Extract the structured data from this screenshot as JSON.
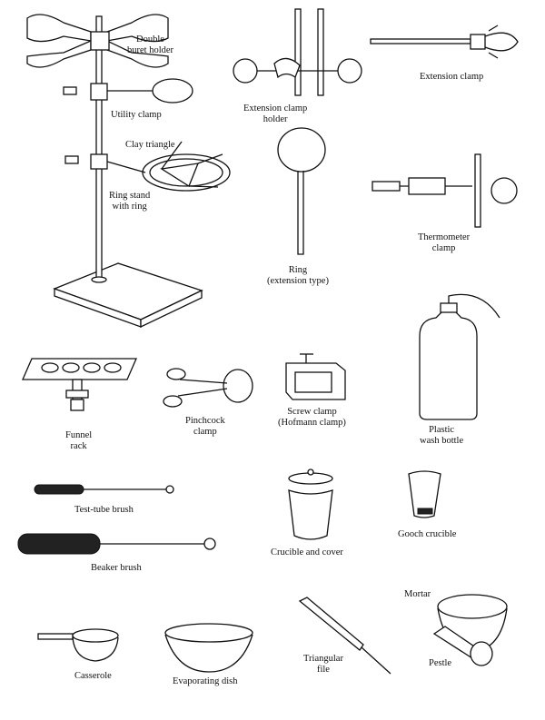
{
  "title": "Laboratory equipment",
  "labels": {
    "double_buret_holder": [
      "Double",
      "buret holder"
    ],
    "utility_clamp": "Utility clamp",
    "clay_triangle": "Clay triangle",
    "ring_stand": [
      "Ring stand",
      "with ring"
    ],
    "extension_clamp_holder": [
      "Extension clamp",
      "holder"
    ],
    "extension_clamp": "Extension clamp",
    "ring": [
      "Ring",
      "(extension type)"
    ],
    "thermometer_clamp": [
      "Thermometer",
      "clamp"
    ],
    "funnel_rack": [
      "Funnel",
      "rack"
    ],
    "pinchcock_clamp": [
      "Pinchcock",
      "clamp"
    ],
    "screw_clamp": [
      "Screw clamp",
      "(Hofmann clamp)"
    ],
    "wash_bottle": [
      "Plastic",
      "wash bottle"
    ],
    "test_tube_brush": "Test-tube brush",
    "crucible_cover": "Crucible and cover",
    "gooch_crucible": "Gooch crucible",
    "beaker_brush": "Beaker brush",
    "mortar": "Mortar",
    "pestle": "Pestle",
    "casserole": "Casserole",
    "evaporating_dish": "Evaporating dish",
    "triangular_file": [
      "Triangular",
      "file"
    ]
  }
}
